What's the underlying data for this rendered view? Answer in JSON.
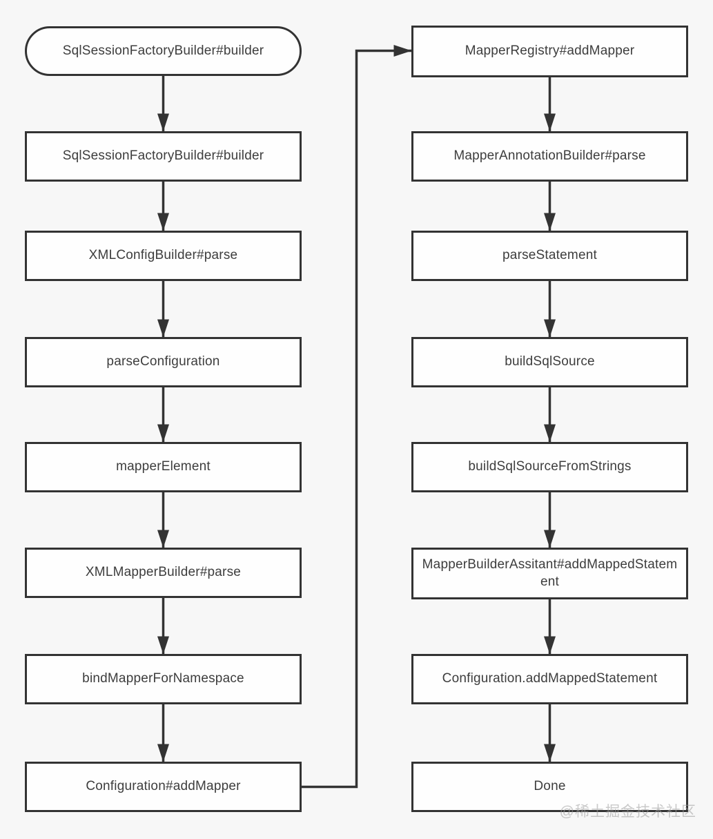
{
  "diagram": {
    "title_hint": "MyBatis mapper parsing flowchart",
    "left_column": [
      {
        "label": "SqlSessionFactoryBuilder#builder",
        "shape": "stadium"
      },
      {
        "label": "SqlSessionFactoryBuilder#builder",
        "shape": "rect"
      },
      {
        "label": "XMLConfigBuilder#parse",
        "shape": "rect"
      },
      {
        "label": "parseConfiguration",
        "shape": "rect"
      },
      {
        "label": "mapperElement",
        "shape": "rect"
      },
      {
        "label": "XMLMapperBuilder#parse",
        "shape": "rect"
      },
      {
        "label": "bindMapperForNamespace",
        "shape": "rect"
      },
      {
        "label": "Configuration#addMapper",
        "shape": "rect"
      }
    ],
    "right_column": [
      {
        "label": "MapperRegistry#addMapper",
        "shape": "rect"
      },
      {
        "label": "MapperAnnotationBuilder#parse",
        "shape": "rect"
      },
      {
        "label": "parseStatement",
        "shape": "rect"
      },
      {
        "label": "buildSqlSource",
        "shape": "rect"
      },
      {
        "label": "buildSqlSourceFromStrings",
        "shape": "rect"
      },
      {
        "label": "MapperBuilderAssitant#addMappedStatement",
        "shape": "rect"
      },
      {
        "label": "Configuration.addMappedStatement",
        "shape": "rect"
      },
      {
        "label": "Done",
        "shape": "rect"
      }
    ],
    "cross_connector": "Configuration#addMapper -> MapperRegistry#addMapper"
  },
  "watermark": {
    "text": "@稀土掘金技术社区"
  },
  "colors": {
    "background": "#f7f7f7",
    "box_fill": "#fefefe",
    "stroke": "#333333",
    "text": "#3d3d3d",
    "watermark": "#9e9e9e"
  }
}
